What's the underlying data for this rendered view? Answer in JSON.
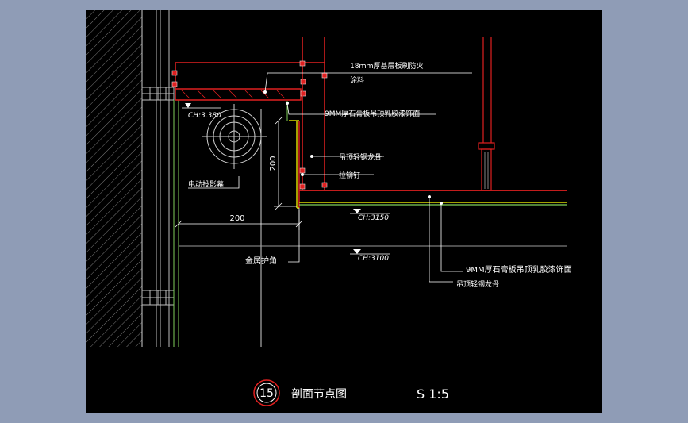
{
  "drawing": {
    "labels": {
      "board_fire": "18ｍｍ厚基层板刷防火",
      "board_fire_2": "涂料",
      "gypsum_top": "9MM厚石膏板吊顶乳胶漆饰面",
      "keel_top": "吊顶轻钢龙骨",
      "rivet": "拉铆钉",
      "projector": "电动投影幕",
      "corner": "金属护角",
      "gypsum_bottom": "9MM厚石膏板吊顶乳胶漆饰面",
      "keel_bottom": "吊顶轻钢龙骨"
    },
    "elevations": {
      "ch1": "CH:3.380",
      "ch2": "CH:3150",
      "ch3": "CH:3100"
    },
    "dimensions": {
      "vertical": "200",
      "horizontal": "200"
    },
    "title": {
      "number": "15",
      "name": "剖面节点图",
      "scale": "S 1:5"
    },
    "colors": {
      "background": "#000000",
      "frame": "#8f9cb6",
      "red": "#e02020",
      "green": "#7fd05a",
      "yellow": "#d8d800",
      "white": "#ffffff",
      "grey": "#9a9a9a"
    }
  }
}
